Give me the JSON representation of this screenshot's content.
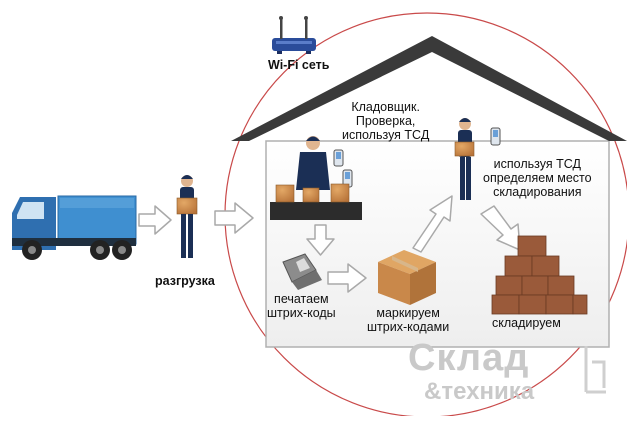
{
  "labels": {
    "wifi": "Wi-Fi сеть",
    "unload": "разгрузка",
    "storekeeper": [
      "Кладовщик.",
      "Проверка,",
      "используя ТСД"
    ],
    "print": [
      "печатаем",
      "штрих-коды"
    ],
    "mark": [
      "маркируем",
      "штрих-кодами"
    ],
    "determine": [
      "используя ТСД",
      "определяем место",
      "складирования"
    ],
    "store": "складируем"
  },
  "watermark": {
    "line1": "Склад",
    "line2": "&техника"
  },
  "colors": {
    "roof": "#3a3a3a",
    "house_wall": "#f6f6f6",
    "truck_cab": "#2f6fb0",
    "truck_body": "#3f8fd0",
    "worker_shirt": "#1b2f55",
    "box": "#c98a4a",
    "circle": "#c94a4a",
    "arrow_fill": "#ffffff",
    "arrow_stroke": "#a9a9a9"
  }
}
